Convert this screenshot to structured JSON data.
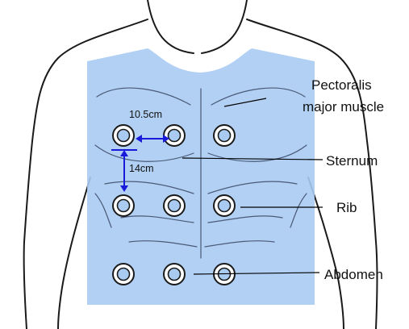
{
  "labels": {
    "pectoralis": "Pectoralis major muscle",
    "pectoralis_line1": "Pectoralis",
    "pectoralis_line2": "major muscle",
    "sternum": "Sternum",
    "rib": "Rib",
    "abdomen": "Abdomen"
  },
  "dimensions": {
    "horizontal_spacing": "10.5cm",
    "vertical_spacing": "14cm"
  },
  "electrode_grid": {
    "rows": 3,
    "columns": 3
  },
  "colors": {
    "sensor_area": "#a9cbf2",
    "dimension_arrows": "#1a1adb",
    "outline": "#1a1a1a"
  }
}
